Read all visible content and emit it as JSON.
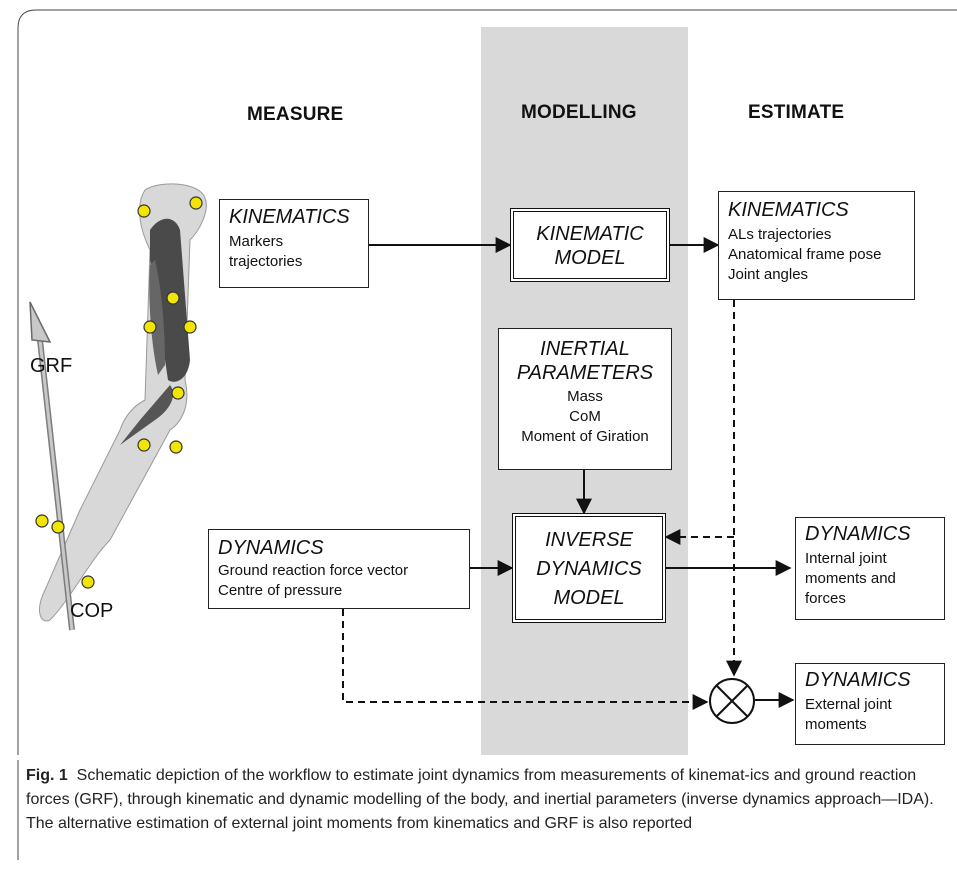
{
  "columns": {
    "measure": "MEASURE",
    "modelling": "MODELLING",
    "estimate": "ESTIMATE"
  },
  "labels": {
    "grf": "GRF",
    "cop": "COP"
  },
  "boxes": {
    "measure_kinematics": {
      "title": "KINEMATICS",
      "lines": [
        "Markers",
        "trajectories"
      ]
    },
    "measure_dynamics": {
      "title": "DYNAMICS",
      "lines": [
        "Ground reaction force vector",
        "Centre of pressure"
      ]
    },
    "kinematic_model": {
      "lines": [
        "KINEMATIC",
        "MODEL"
      ]
    },
    "inertial_parameters": {
      "title_lines": [
        "INERTIAL",
        "PARAMETERS"
      ],
      "lines": [
        "Mass",
        "CoM",
        "Moment of Giration"
      ]
    },
    "inverse_dynamics_model": {
      "lines": [
        "INVERSE",
        "DYNAMICS",
        "MODEL"
      ]
    },
    "estimate_kinematics": {
      "title": "KINEMATICS",
      "lines": [
        "ALs trajectories",
        "Anatomical frame pose",
        "Joint angles"
      ]
    },
    "estimate_internal": {
      "title": "DYNAMICS",
      "lines": [
        "Internal joint",
        "moments and",
        "forces"
      ]
    },
    "estimate_external": {
      "title": "DYNAMICS",
      "lines": [
        "External joint",
        "moments"
      ]
    }
  },
  "caption": {
    "label": "Fig. 1",
    "text": "Schematic depiction of the workflow to estimate joint dynamics from measurements of kinemat-ics and ground reaction forces (GRF), through kinematic and dynamic modelling of the body, and inertial parameters (inverse dynamics approach—IDA). The alternative estimation of external joint moments from kinematics and GRF is also reported"
  },
  "colors": {
    "modelling_band": "#d9d9d9",
    "marker": "#f2e600",
    "leg": "#4a4a4a",
    "grf_arrow": "#b0b0b0"
  }
}
